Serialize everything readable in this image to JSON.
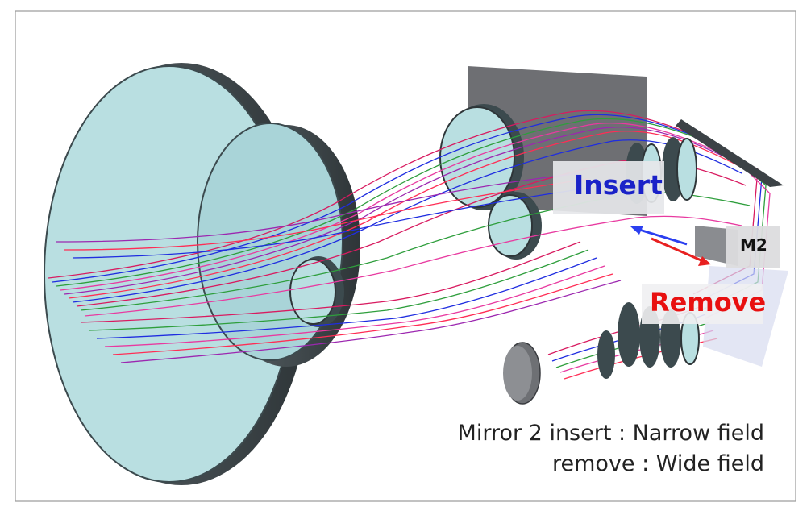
{
  "labels": {
    "insert": "Insert",
    "remove": "Remove",
    "m2": "M2",
    "caption_line1": "Mirror 2 insert : Narrow field",
    "caption_line2": "remove : Wide field"
  },
  "colors": {
    "insert_arrow": "#2b3ff0",
    "remove_arrow": "#e82020",
    "lens_fill": "#b9dfe1",
    "lens_edge": "#3c4a4e",
    "mirror": "#6c6e72",
    "rays": [
      "#d81b60",
      "#1f2de0",
      "#2e9e3c",
      "#e83aa0",
      "#9c27b0",
      "#ff2d55"
    ]
  }
}
